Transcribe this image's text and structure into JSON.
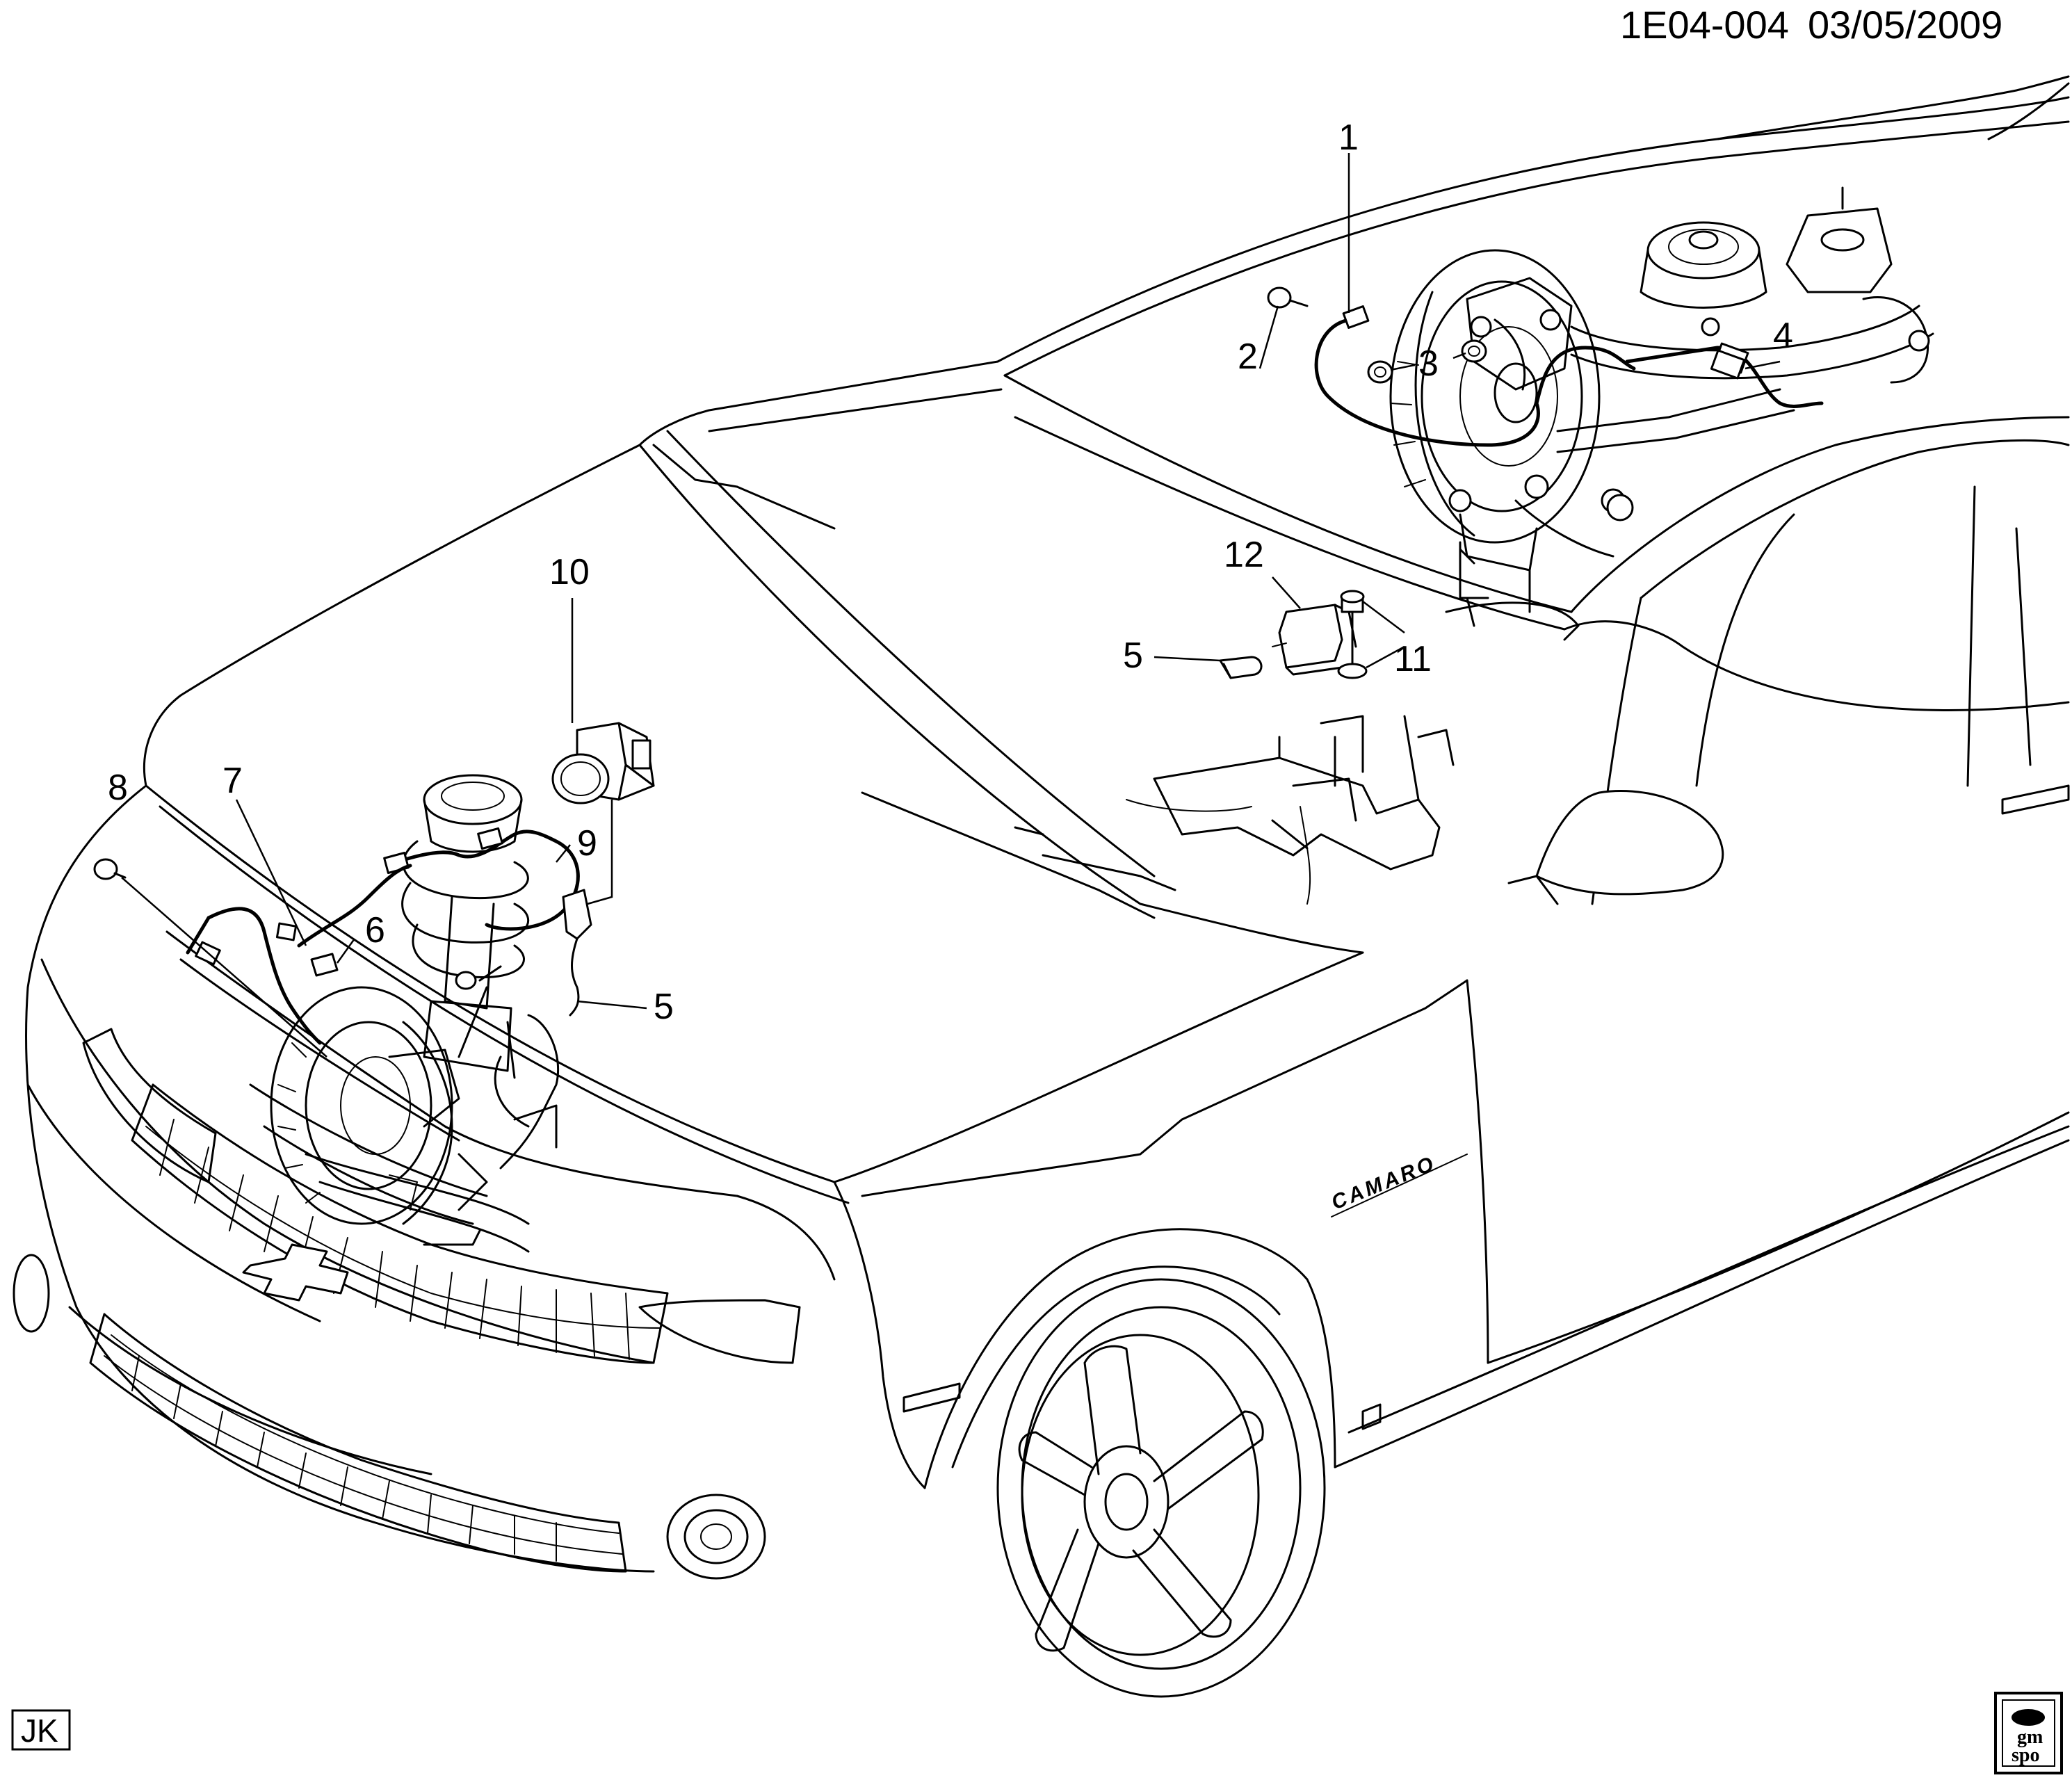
{
  "header": {
    "illustration_code": "1E04-004",
    "date": "03/05/2009"
  },
  "callouts": [
    {
      "id": "callout-1",
      "label": "1"
    },
    {
      "id": "callout-2",
      "label": "2"
    },
    {
      "id": "callout-3",
      "label": "3"
    },
    {
      "id": "callout-4",
      "label": "4"
    },
    {
      "id": "callout-5-upper",
      "label": "5"
    },
    {
      "id": "callout-5-lower",
      "label": "5"
    },
    {
      "id": "callout-6",
      "label": "6"
    },
    {
      "id": "callout-7",
      "label": "7"
    },
    {
      "id": "callout-8",
      "label": "8"
    },
    {
      "id": "callout-9",
      "label": "9"
    },
    {
      "id": "callout-10",
      "label": "10"
    },
    {
      "id": "callout-11",
      "label": "11"
    },
    {
      "id": "callout-12",
      "label": "12"
    }
  ],
  "footer": {
    "model_code": "JK",
    "logo_top": "gm",
    "logo_bottom": "spo"
  },
  "vehicle": {
    "side_emblem": "CAMARO"
  }
}
